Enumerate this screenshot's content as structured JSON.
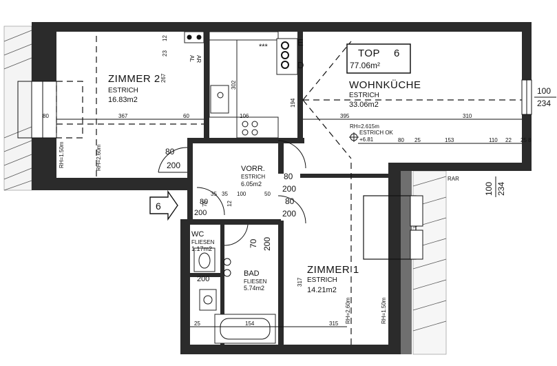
{
  "unit": {
    "label": "TOP",
    "number": "6",
    "area": "77.06m²"
  },
  "rooms": {
    "zimmer2": {
      "name": "ZIMMER 2",
      "floor": "ESTRICH",
      "area": "16.83m2"
    },
    "wohnkueche": {
      "name": "WOHNKÜCHE",
      "floor": "ESTRICH",
      "area": "33.06m2"
    },
    "vorr": {
      "name": "VORR.",
      "floor": "ESTRICH",
      "area": "6.05m2"
    },
    "wc": {
      "name": "WC",
      "floor": "FLIESEN",
      "area": "1.17m2"
    },
    "bad": {
      "name": "BAD",
      "floor": "FLIESEN",
      "area": "5.74m2"
    },
    "zimmer1": {
      "name": "ZIMMER 1",
      "floor": "ESTRICH",
      "area": "14.21m2"
    }
  },
  "entrance": {
    "number": "6"
  },
  "kitchen": {
    "stars": "***",
    "letter_e": "E",
    "letter_d": "D",
    "al": "AL",
    "ar": "AR"
  },
  "level": {
    "rh": "RH=2.615m",
    "estrich_ok": "ESTRICH OK",
    "height": "+6.81"
  },
  "right_side": {
    "top_dims": [
      "100",
      "234"
    ],
    "bottom_dims": [
      "100",
      "234"
    ],
    "rar": "RAR"
  },
  "dimensions": {
    "z2_width": "367",
    "z2_left": "80",
    "z2_right": "60",
    "z2_depth": "267",
    "z2_rh1": "RH=1.50m",
    "z2_rh2": "RH=2.60m",
    "kitchen_top_w": "106",
    "kitchen_left": "302",
    "kitchen_mid": "194",
    "wk_395": "395",
    "wk_310": "310",
    "wk_80": "80",
    "wk_25a": "25",
    "wk_153": "153",
    "wk_110": "110",
    "wk_22": "22",
    "wk_258": "25 8",
    "vorr_100": "100",
    "vorr_50": "50",
    "vorr_35a": "35",
    "vorr_35b": "35",
    "vorr_75": "75",
    "vorr_12": "12",
    "door_80a": "80",
    "door_200a": "200",
    "door_80b": "80",
    "door_200b": "200",
    "door_80c": "80",
    "door_200c": "200",
    "door_80d": "80",
    "door_200d": "200",
    "door_70": "70",
    "door_200e": "200",
    "door_200f": "200",
    "bad_154": "154",
    "bad_25": "25",
    "bad_317": "317",
    "z1_315": "315",
    "z1_rh1": "RH=2.60m",
    "z1_rh2": "RH=1.50m",
    "left_12": "12",
    "left_23": "23"
  }
}
